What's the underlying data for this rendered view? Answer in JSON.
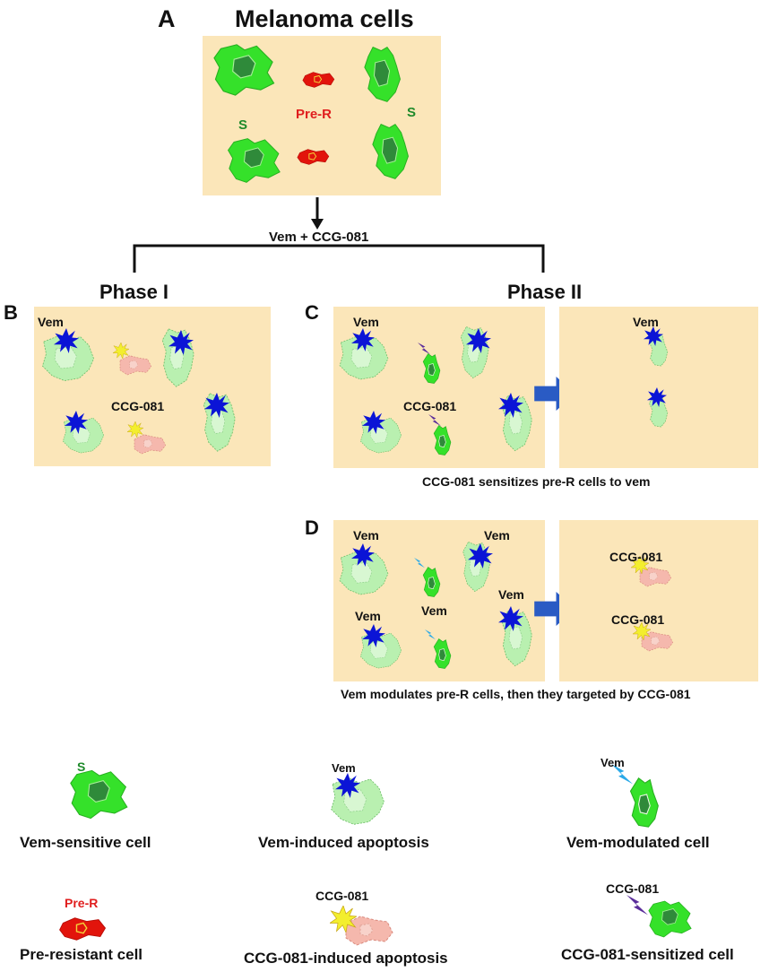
{
  "colors": {
    "panel_bg": "#fbe6b9",
    "sensitive_cell": "#35e12a",
    "sensitive_nucleus": "#2f8a3a",
    "pre_resistant_cell": "#e2140c",
    "pre_resistant_nucleus": "#f2d23a",
    "apoptotic_cell": "#b9f0b0",
    "apoptotic_pink": "#f5b8ad",
    "vem_burst": "#0b14d6",
    "ccg_burst": "#f3ee2e",
    "vem_bolt": "#2aa9e8",
    "ccg_bolt": "#5a2d9a",
    "arrow_blue": "#2a5bc4",
    "label_green": "#1e8a2a",
    "label_red": "#e01e1e"
  },
  "panel_a": {
    "letter": "A",
    "title": "Melanoma cells",
    "label_s_left": "S",
    "label_s_right": "S",
    "label_pre_r": "Pre-R"
  },
  "treatment": {
    "label": "Vem + CCG-081"
  },
  "phase_one": {
    "title": "Phase I"
  },
  "phase_two": {
    "title": "Phase II"
  },
  "panel_b": {
    "letter": "B",
    "vem_label": "Vem",
    "ccg_label": "CCG-081"
  },
  "panel_c": {
    "letter": "C",
    "vem_label": "Vem",
    "ccg_label": "CCG-081",
    "result_vem_label": "Vem",
    "caption": "CCG-081 sensitizes pre-R cells to vem"
  },
  "panel_d": {
    "letter": "D",
    "vem_labels": [
      "Vem",
      "Vem",
      "Vem",
      "Vem",
      "Vem"
    ],
    "result_ccg_labels": [
      "CCG-081",
      "CCG-081"
    ],
    "caption": "Vem modulates pre-R cells, then they targeted by CCG-081"
  },
  "legend": {
    "items": [
      {
        "icon_label": "S",
        "caption": "Vem-sensitive cell"
      },
      {
        "icon_label": "Vem",
        "caption": "Vem-induced apoptosis"
      },
      {
        "icon_label": "Vem",
        "caption": "Vem-modulated cell"
      },
      {
        "icon_label": "Pre-R",
        "caption": "Pre-resistant cell"
      },
      {
        "icon_label": "CCG-081",
        "caption": "CCG-081-induced apoptosis"
      },
      {
        "icon_label": "CCG-081",
        "caption": "CCG-081-sensitized cell"
      }
    ]
  }
}
